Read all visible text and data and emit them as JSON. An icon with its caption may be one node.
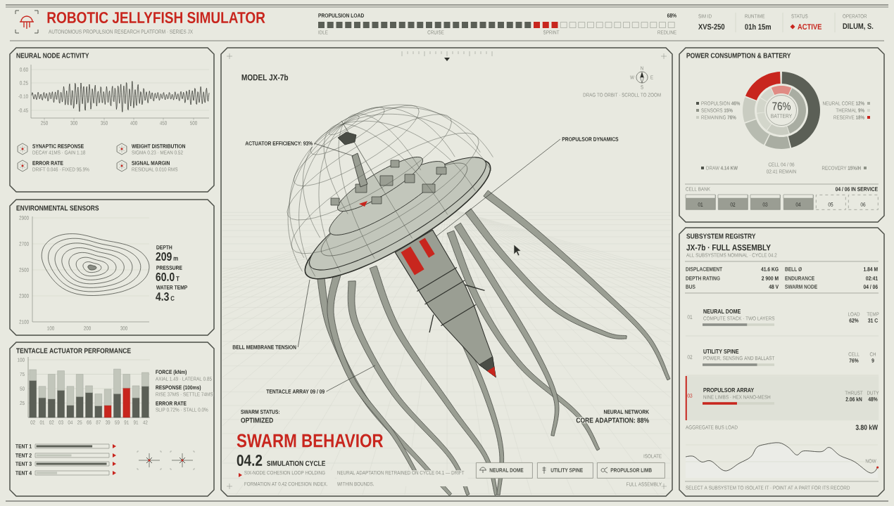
{
  "diagram": {
    "title": "ROBOTIC JELLYFISH SIMULATOR",
    "nodes": [
      {
        "text": [
          "NEURAL NODE ACTIVITY"
        ]
      },
      {
        "text": [
          "ENVIRONMENTAL SENSORS"
        ]
      },
      {
        "text": [
          "TENTACLE ACTUATOR PERFORMANCE"
        ]
      },
      {
        "text": [
          "MODEL JX-7b"
        ]
      },
      {
        "text": [
          "ACTUATOR EFFICIENCY: 93%"
        ],
        "in": 3
      },
      {
        "text": [
          "PROPULSOR DYNAMICS"
        ],
        "in": 3
      },
      {
        "text": [
          "BELL MEMBRANE TENSION"
        ],
        "in": 3
      },
      {
        "text": [
          "TENTACLE ARRAY 09 / 09"
        ],
        "in": 3
      },
      {
        "text": [
          "NEURAL DOME"
        ],
        "in": 3
      },
      {
        "text": [
          "UTILITY SPINE"
        ],
        "in": 3
      },
      {
        "text": [
          "PROPULSOR LIMB"
        ],
        "in": 3
      },
      {
        "text": [
          "POWER CONSUMPTION & BATTERY"
        ]
      },
      {
        "text": [
          "01"
        ],
        "in": 11
      },
      {
        "text": [
          "02"
        ],
        "in": 11
      },
      {
        "text": [
          "03"
        ],
        "in": 11
      },
      {
        "text": [
          "04"
        ],
        "in": 11
      },
      {
        "text": [
          "05"
        ],
        "in": 11
      },
      {
        "text": [
          "06"
        ],
        "in": 11
      },
      {
        "text": [
          "SUBSYSTEM REGISTRY",
          "JX-7b · FULL ASSEMBLY",
          "ALL SUBSYSTEMS NOMINAL · CYCLE 04.2"
        ]
      },
      {
        "text": [
          "01",
          "NEURAL DOME",
          "COMPUTE STACK · TWO LAYERS",
          "LOAD",
          "62%",
          "TEMP",
          "31 C"
        ],
        "in": 18
      },
      {
        "text": [
          "02",
          "UTILITY SPINE",
          "POWER, SENSING AND BALLAST",
          "CELL",
          "76%",
          "CH",
          "9"
        ],
        "in": 18
      },
      {
        "text": [
          "03",
          "PROPULSOR ARRAY",
          "NINE LIMBS · HEX NANO-MESH",
          "THRUST",
          "2.06 kN",
          "DUTY",
          "48%"
        ],
        "in": 18
      },
      {
        "text": [],
        "shape": "picture",
        "in": 3
      },
      {
        "text": [],
        "shape": "picture",
        "in": 3
      },
      {
        "text": [],
        "shape": "picture",
        "in": 3
      }
    ],
    "edges": [
      {
        "from": 4,
        "to": 22,
        "arrow": "none"
      },
      {
        "from": 5,
        "to": 23,
        "arrow": "none"
      },
      {
        "from": 6,
        "to": 22,
        "arrow": "none"
      },
      {
        "from": 7,
        "to": 24,
        "arrow": "none"
      }
    ],
    "labels": [
      "AUTONOMOUS PROPULSION RESEARCH PLATFORM · SERIES JX",
      "PROPULSION LOAD",
      "68%",
      "IDLE",
      "CRUISE",
      "SPRINT",
      "REDLINE",
      "SIM ID",
      "XVS-250",
      "RUNTIME",
      "01h 15m",
      "STATUS",
      "ACTIVE",
      "OPERATOR",
      "DILUM, S.",
      "0.60",
      "0.25",
      "-0.10",
      "-0.45",
      "250",
      "300",
      "350",
      "400",
      "450",
      "500",
      "SYNAPTIC RESPONSE",
      "DECAY 41MS · GAIN 1.18",
      "WEIGHT DISTRIBUTION",
      "SIGMA 0.23 · MEAN 0.52",
      "ERROR RATE",
      "DRIFT 0.046 · FIXED 95.9%",
      "SIGNAL MARGIN",
      "RESIDUAL 0.010 RMS",
      "2900",
      "2700",
      "2500",
      "2300",
      "2100",
      "100",
      "200",
      "300",
      "DEPTH",
      "209",
      "m",
      "PRESSURE",
      "60.0",
      "T",
      "WATER TEMP",
      "4.3",
      "C",
      "FORCE (kNm)",
      "AXIAL 1.49 · LATERAL 0.85",
      "RESPONSE (100ms)",
      "RISE 37MS · SETTLE 74MS",
      "ERROR RATE",
      "SLIP 0.72% · STALL 0.0%",
      "TENT 1",
      "TENT 2",
      "TENT 3",
      "TENT 4",
      "DRAG TO ORBIT · SCROLL TO ZOOM",
      "N",
      "W",
      "E",
      "S",
      "SWARM STATUS:",
      "OPTIMIZED",
      "NEURAL NETWORK",
      "CORE ADAPTATION: 88%",
      "SWARM BEHAVIOR",
      "04.2",
      "SIMULATION CYCLE",
      "SIX-NODE COHESION LOOP HOLDING FORMATION AT 0.42 COHESION INDEX.",
      "NEURAL ADAPTATION RETRAINED ON CYCLE 04.1 — DRIFT WITHIN BOUNDS.",
      "ISOLATE",
      "FULL ASSEMBLY",
      "76%",
      "BATTERY",
      "CELL 04 / 06",
      "02:41 REMAIN",
      "CELL BANK",
      "04 / 06 IN SERVICE",
      "DISPLACEMENT",
      "41.6 KG",
      "BELL Ø",
      "1.84 M",
      "DEPTH RATING",
      "2 900 M",
      "ENDURANCE",
      "02:41",
      "BUS",
      "48 V",
      "SWARM NODE",
      "04 / 06",
      "AGGREGATE BUS LOAD",
      "3.80 kW",
      "NOW",
      "SELECT A SUBSYSTEM TO ISOLATE IT · POINT AT A PART FOR ITS RECORD"
    ],
    "legend": [
      {
        "text": "PROPULSION **46%**",
        "color": "#4f534b"
      },
      {
        "text": "SENSORS **15%**",
        "color": "#8e9287"
      },
      {
        "text": "REMAINING **76%**",
        "color": "#c9ccc1"
      },
      {
        "text": "NEURAL CORE **12%**",
        "color": "#a9ada2"
      },
      {
        "text": "THERMAL **9%**",
        "color": "#d3d6cb"
      },
      {
        "text": "RESERVE **18%**",
        "color": "#c8261e"
      },
      {
        "text": "DRAW **4.14 KW**",
        "color": "#4f534b"
      },
      {
        "text": "RECOVERY **15%/H**",
        "color": "#8e9287"
      }
    ],
    "chart_data": {
      "type": "bar",
      "categories": [
        "02",
        "01",
        "02",
        "03",
        "04",
        "25",
        "66",
        "87",
        "39",
        "59",
        "91",
        "91",
        "42"
      ],
      "series": [
        {
          "color": "#5b5f56",
          "values": [
            64,
            34,
            32,
            47,
            21,
            36,
            43,
            20,
            null,
            41,
            null,
            34,
            54
          ]
        },
        {
          "color": "#c8261e",
          "values": [
            null,
            null,
            null,
            null,
            null,
            null,
            null,
            null,
            21,
            null,
            51,
            null,
            null
          ]
        },
        {
          "color": "#c2c6bb",
          "values": [
            19,
            20,
            43,
            34,
            33,
            39,
            12,
            21,
            28,
            43,
            24,
            21,
            24
          ]
        }
      ],
      "stacked": true,
      "grid": true,
      "ylim": [
        0,
        100
      ],
      "yticks": [
        25,
        50,
        75,
        100
      ]
    }
  }
}
